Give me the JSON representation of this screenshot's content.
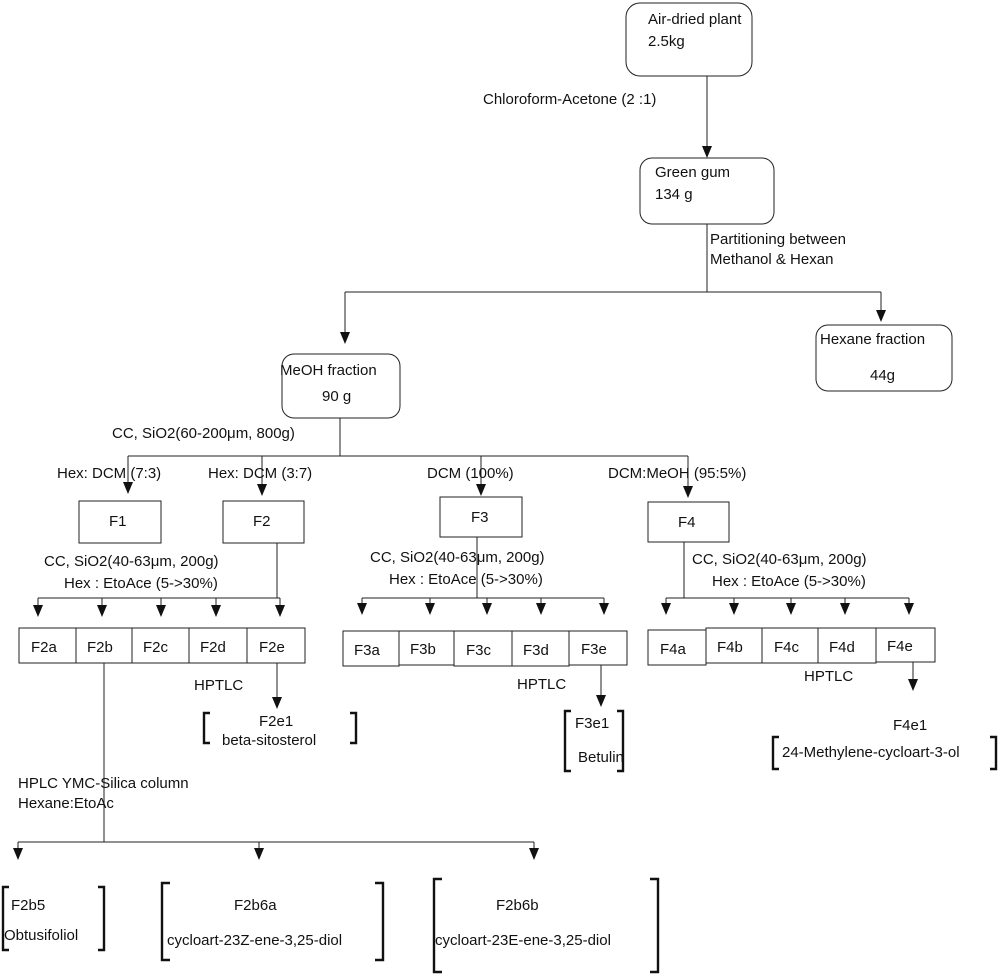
{
  "top": {
    "line1": "Air-dried plant",
    "line2": "2.5kg"
  },
  "step1": "Chloroform-Acetone (2 :1)",
  "gum": {
    "line1": "Green gum",
    "line2": "134 g"
  },
  "partition": {
    "line1": "Partitioning between",
    "line2": "Methanol & Hexan"
  },
  "meoh": {
    "line1": "MeOH fraction",
    "line2": "90 g"
  },
  "hexane": {
    "line1": "Hexane fraction",
    "line2": "44g"
  },
  "cc_main": "CC, SiO2(60-200μm, 800g)",
  "solvents": [
    "Hex: DCM  (7:3)",
    "Hex: DCM  (3:7)",
    "DCM  (100%)",
    "DCM:MeOH  (95:5%)"
  ],
  "fractions": [
    "F1",
    "F2",
    "F3",
    "F4"
  ],
  "cc_sub": "CC, SiO2(40-63μm, 200g)",
  "eluent": "Hex : EtoAce (5->30%)",
  "f2_subs": [
    "F2a",
    "F2b",
    "F2c",
    "F2d",
    "F2e"
  ],
  "f3_subs": [
    "F3a",
    "F3b",
    "F3c",
    "F3d",
    "F3e"
  ],
  "f4_subs": [
    "F4a",
    "F4b",
    "F4c",
    "F4d",
    "F4e"
  ],
  "hptlc": "HPTLC",
  "compounds": {
    "f2e1": {
      "code": "F2e1",
      "name": "beta-sitosterol"
    },
    "f3e1": {
      "code": "F3e1",
      "name": "Betulin"
    },
    "f4e1": {
      "code": "F4e1",
      "name": "24-Methylene-cycloart-3-ol"
    }
  },
  "hplc": {
    "line1": "HPLC YMC-Silica column",
    "line2": "Hexane:EtoAc"
  },
  "final": [
    {
      "code": "F2b5",
      "name": "Obtusifoliol"
    },
    {
      "code": "F2b6a",
      "name": "cycloart-23Z-ene-3,25-diol"
    },
    {
      "code": "F2b6b",
      "name": "cycloart-23E-ene-3,25-diol"
    }
  ]
}
